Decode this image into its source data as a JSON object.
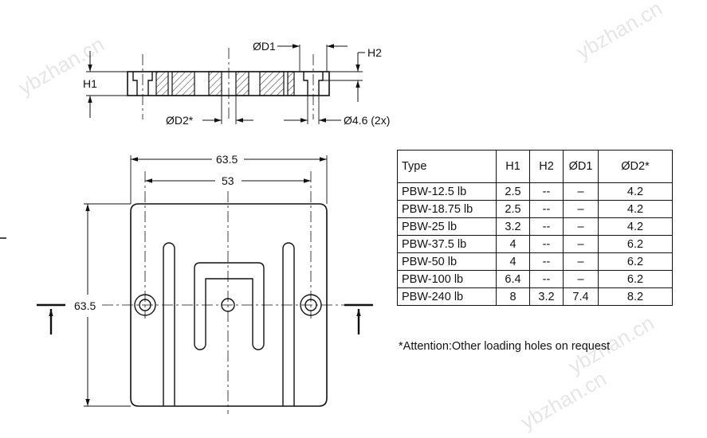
{
  "watermark": "ybzhan.cn",
  "labels": {
    "d1": "ØD1",
    "h2": "H2",
    "h1": "H1",
    "d2": "ØD2*",
    "hole": "Ø4.6 (2x)",
    "width_outer": "63.5",
    "width_inner": "53",
    "height": "63.5"
  },
  "table": {
    "headers": [
      "Type",
      "H1",
      "H2",
      "ØD1",
      "ØD2*"
    ],
    "rows": [
      [
        "PBW-12.5 lb",
        "2.5",
        "--",
        "–",
        "4.2"
      ],
      [
        "PBW-18.75 lb",
        "2.5",
        "--",
        "–",
        "4.2"
      ],
      [
        "PBW-25 lb",
        "3.2",
        "--",
        "–",
        "4.2"
      ],
      [
        "PBW-37.5 lb",
        "4",
        "--",
        "–",
        "6.2"
      ],
      [
        "PBW-50 lb",
        "4",
        "--",
        "–",
        "6.2"
      ],
      [
        "PBW-100 lb",
        "6.4",
        "--",
        "–",
        "6.2"
      ],
      [
        "PBW-240 lb",
        "8",
        "3.2",
        "7.4",
        "8.2"
      ]
    ]
  },
  "note": "*Attention:Other loading holes on request"
}
